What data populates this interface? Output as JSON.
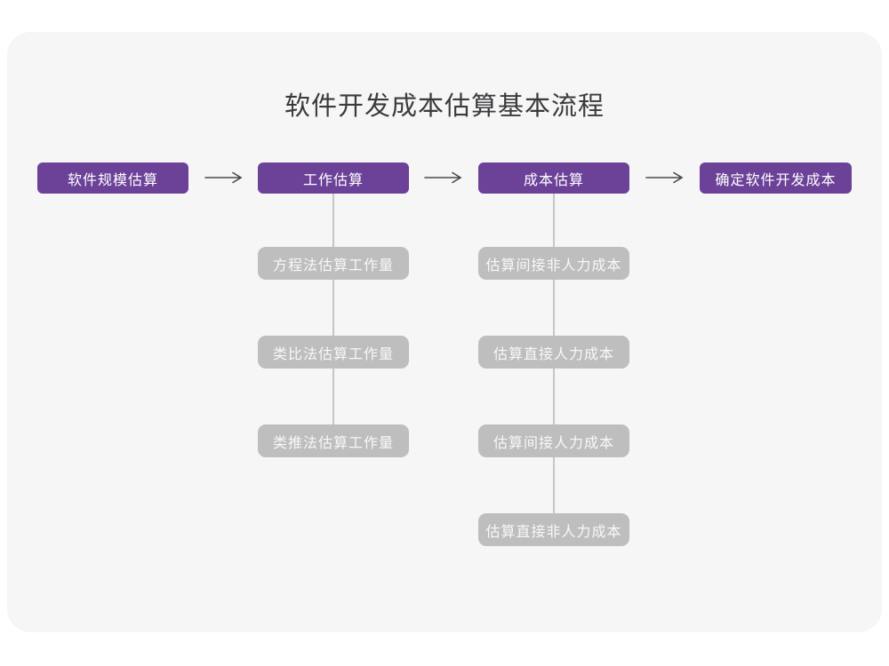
{
  "title": "软件开发成本估算基本流程",
  "flow": {
    "stages": [
      {
        "label": "软件规模估算"
      },
      {
        "label": "工作估算",
        "substeps": [
          "方程法估算工作量",
          "类比法估算工作量",
          "类推法估算工作量"
        ]
      },
      {
        "label": "成本估算",
        "substeps": [
          "估算间接非人力成本",
          "估算直接人力成本",
          "估算间接人力成本",
          "估算直接非人力成本"
        ]
      },
      {
        "label": "确定软件开发成本"
      }
    ]
  },
  "colors": {
    "stage_box": "#6c4299",
    "sub_box": "#bebebe",
    "connector_line": "#c6c6c8",
    "arrow": "#4a4a4a",
    "panel_background": "#f6f6f7",
    "title_text": "#3b3b3d",
    "box_text": "#ffffff"
  }
}
